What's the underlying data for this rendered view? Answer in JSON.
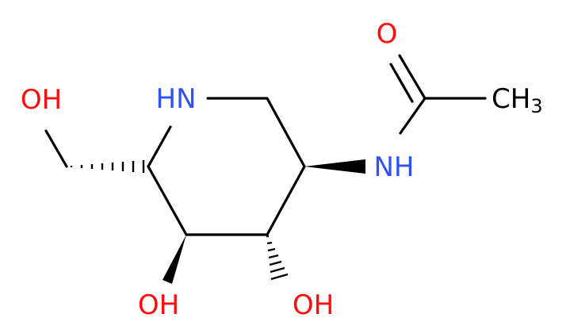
{
  "colors": {
    "bond": "#000000",
    "oxygen": "#ff0d0d",
    "nitrogen": "#3050f8",
    "carbon": "#000000"
  },
  "atoms": {
    "o_carbonyl": "O",
    "n_amide": "NH",
    "n_ring": "HN",
    "o_hydroxymethyl": "OH",
    "o_hydroxy_c4": "OH",
    "o_hydroxy_c3": "OH",
    "ch3_main": "CH",
    "ch3_sub": "3"
  }
}
